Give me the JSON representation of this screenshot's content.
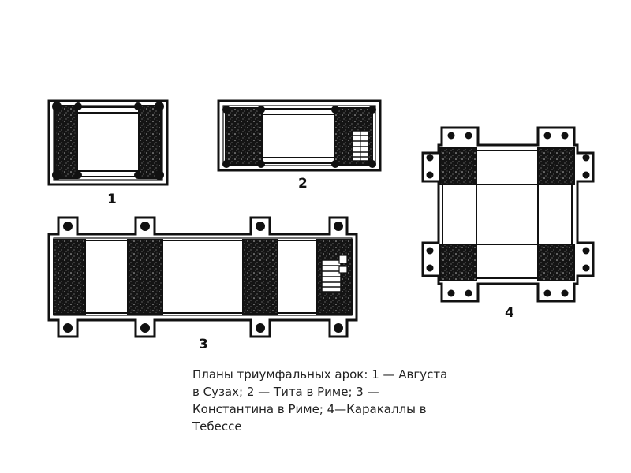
{
  "plans": [
    {
      "label": "1"
    },
    {
      "label": "2"
    },
    {
      "label": "3"
    },
    {
      "label": "4"
    }
  ],
  "caption": {
    "lines": [
      "Планы триумфальных арок: 1 — Августа",
      "в Сузах; 2 — Тита в Риме; 3 —",
      "Константина в Риме; 4—Каракаллы в",
      "Тебессе"
    ]
  },
  "colors": {
    "ink": "#111111",
    "paper": "#ffffff"
  }
}
